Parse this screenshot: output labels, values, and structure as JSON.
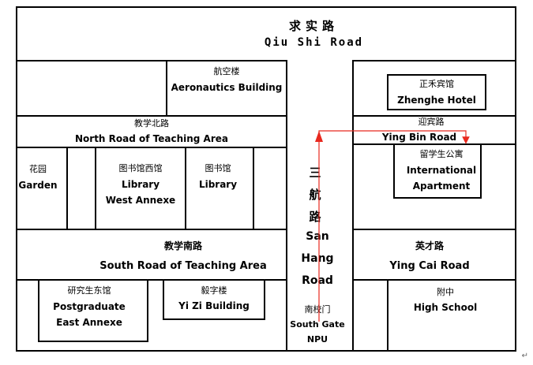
{
  "roads": {
    "qiushi": {
      "cn": "求实路",
      "en": "Qiu Shi Road"
    },
    "north_teaching": {
      "cn": "教学北路",
      "en": "North Road of Teaching Area"
    },
    "south_teaching": {
      "cn": "教学南路",
      "en": "South Road of Teaching Area"
    },
    "yingbin": {
      "cn": "迎宾路",
      "en": "Ying Bin Road"
    },
    "yingcai": {
      "cn": "英才路",
      "en": "Ying Cai Road"
    },
    "sanhang": {
      "cn1": "三",
      "cn2": "航",
      "cn3": "路",
      "en1": "San",
      "en2": "Hang",
      "en3": "Road"
    }
  },
  "buildings": {
    "aeronautics": {
      "cn": "航空楼",
      "en": "Aeronautics Building"
    },
    "zhenghe": {
      "cn": "正禾宾馆",
      "en": "Zhenghe Hotel"
    },
    "garden": {
      "cn": "花园",
      "en": "Garden"
    },
    "library_west": {
      "cn": "图书馆西馆",
      "en1": "Library",
      "en2": "West Annexe"
    },
    "library": {
      "cn": "图书馆",
      "en": "Library"
    },
    "intl_apartment": {
      "cn": "留学生公寓",
      "en1": "International",
      "en2": "Apartment"
    },
    "postgrad": {
      "cn": "研究生东馆",
      "en1": "Postgraduate",
      "en2": "East Annexe"
    },
    "yizi": {
      "cn": "毅字楼",
      "en": "Yi Zi Building"
    },
    "high_school": {
      "cn": "附中",
      "en": "High School"
    }
  },
  "gate": {
    "cn": "南校门",
    "en1": "South Gate",
    "en2": "NPU"
  },
  "route": {
    "color": "#e8281e"
  },
  "return_mark": "↵"
}
